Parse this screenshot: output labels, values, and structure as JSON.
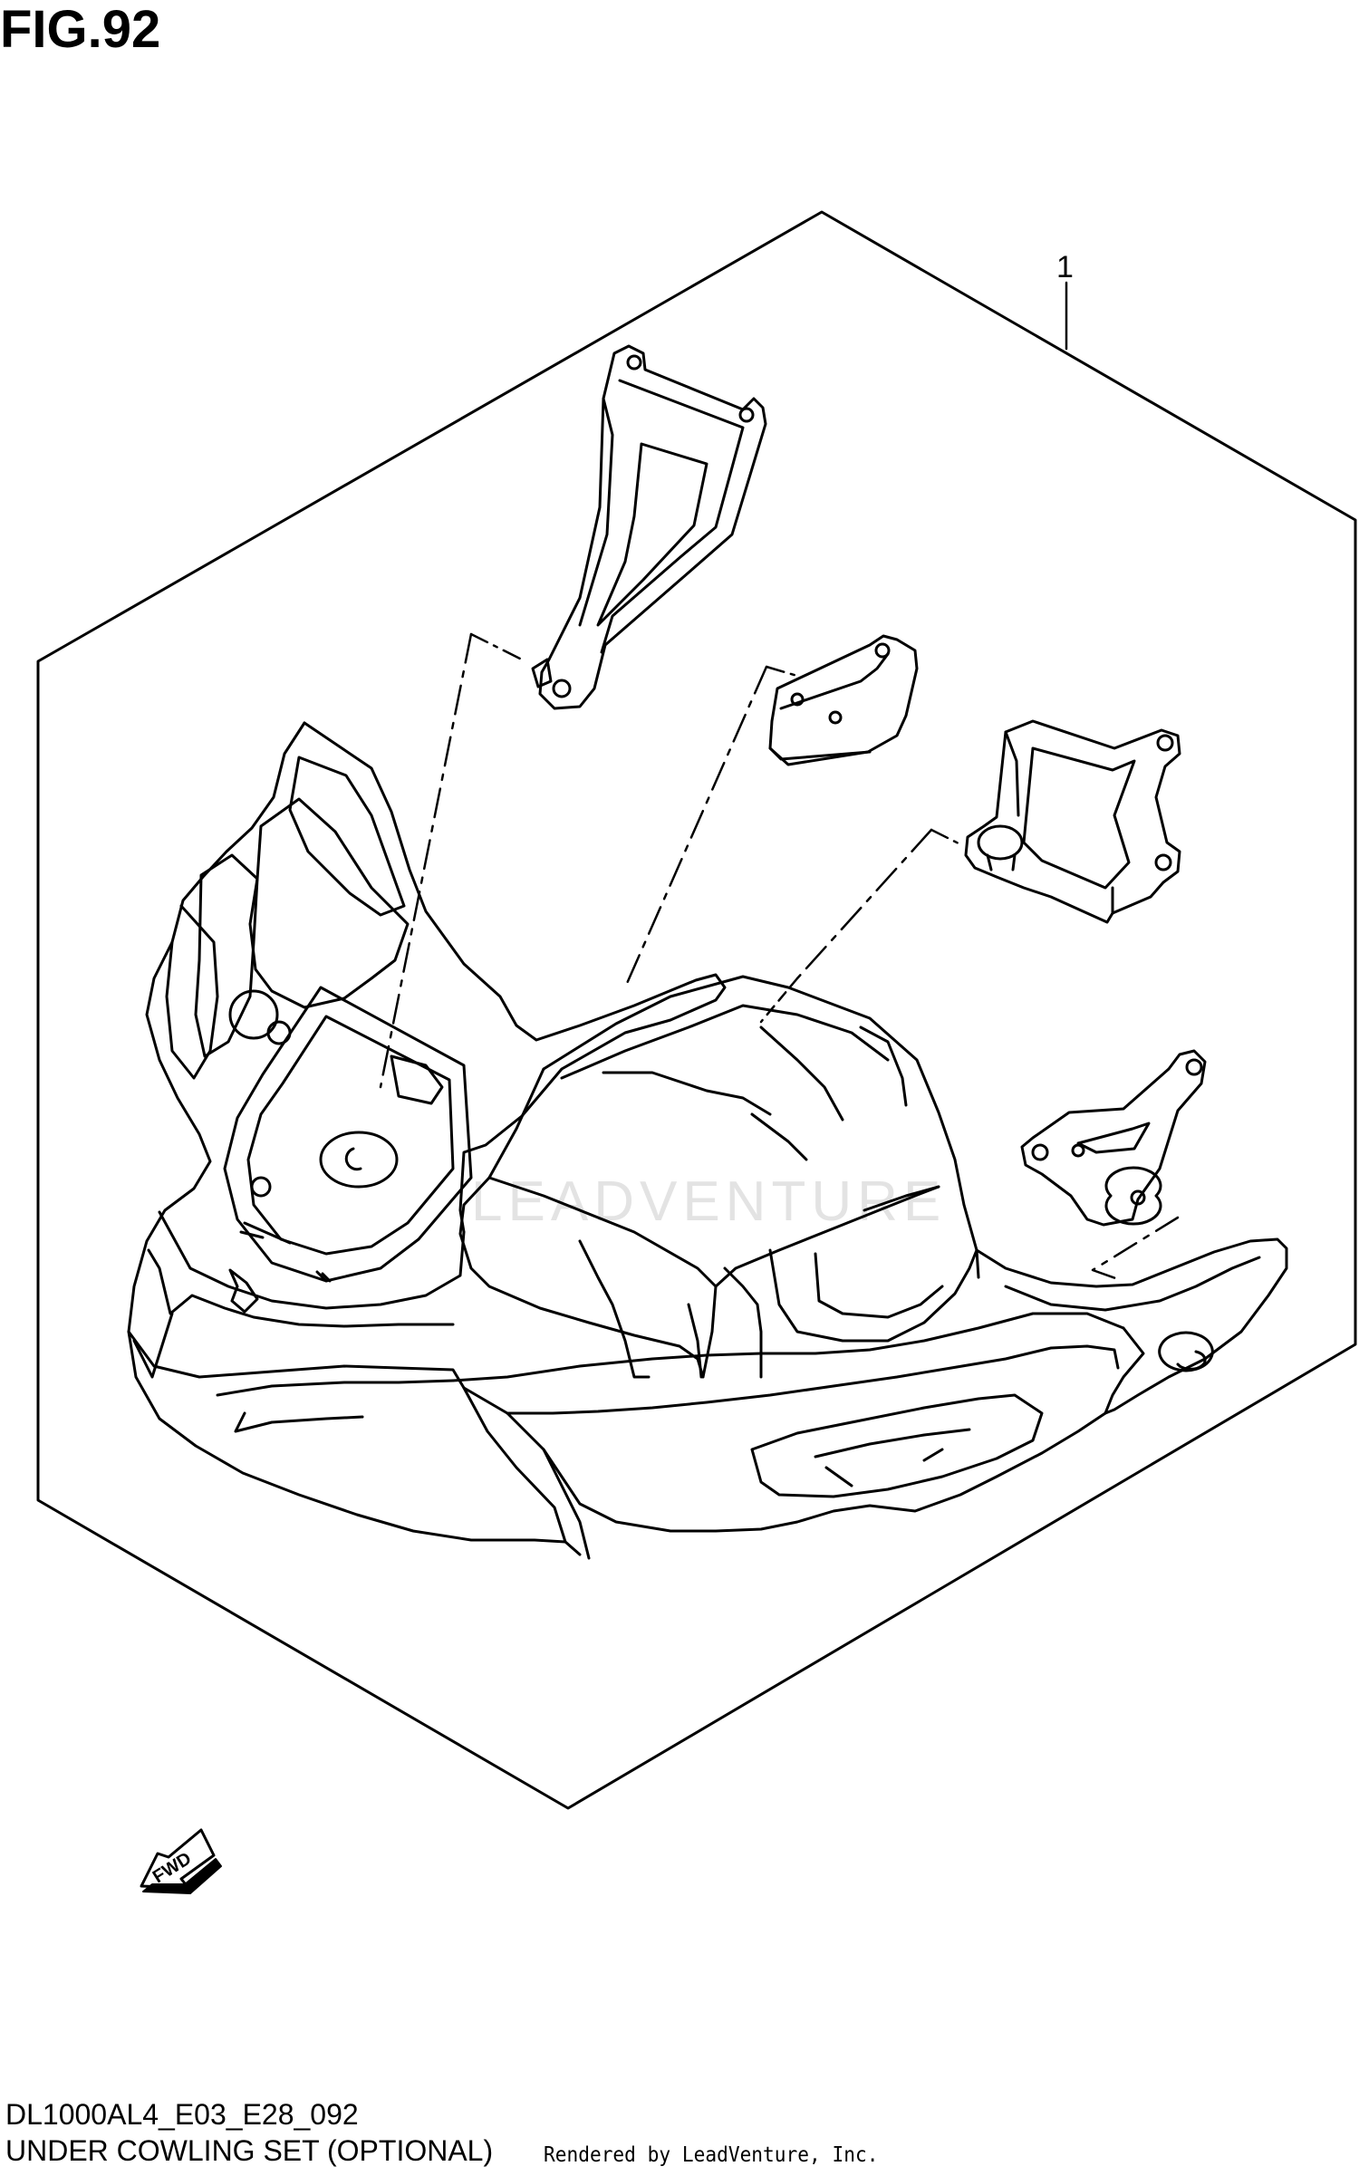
{
  "figure": {
    "title": "FIG.92"
  },
  "callouts": [
    {
      "ref": "1",
      "label": "1"
    }
  ],
  "watermark": {
    "text": "LEADVENTURE"
  },
  "direction_marker": {
    "label": "FWD",
    "icon": "fwd-arrow-icon"
  },
  "footer": {
    "drawing_code": "DL1000AL4_E03_E28_092",
    "caption": "UNDER COWLING SET (OPTIONAL)",
    "rendered_by": "Rendered by LeadVenture, Inc."
  }
}
